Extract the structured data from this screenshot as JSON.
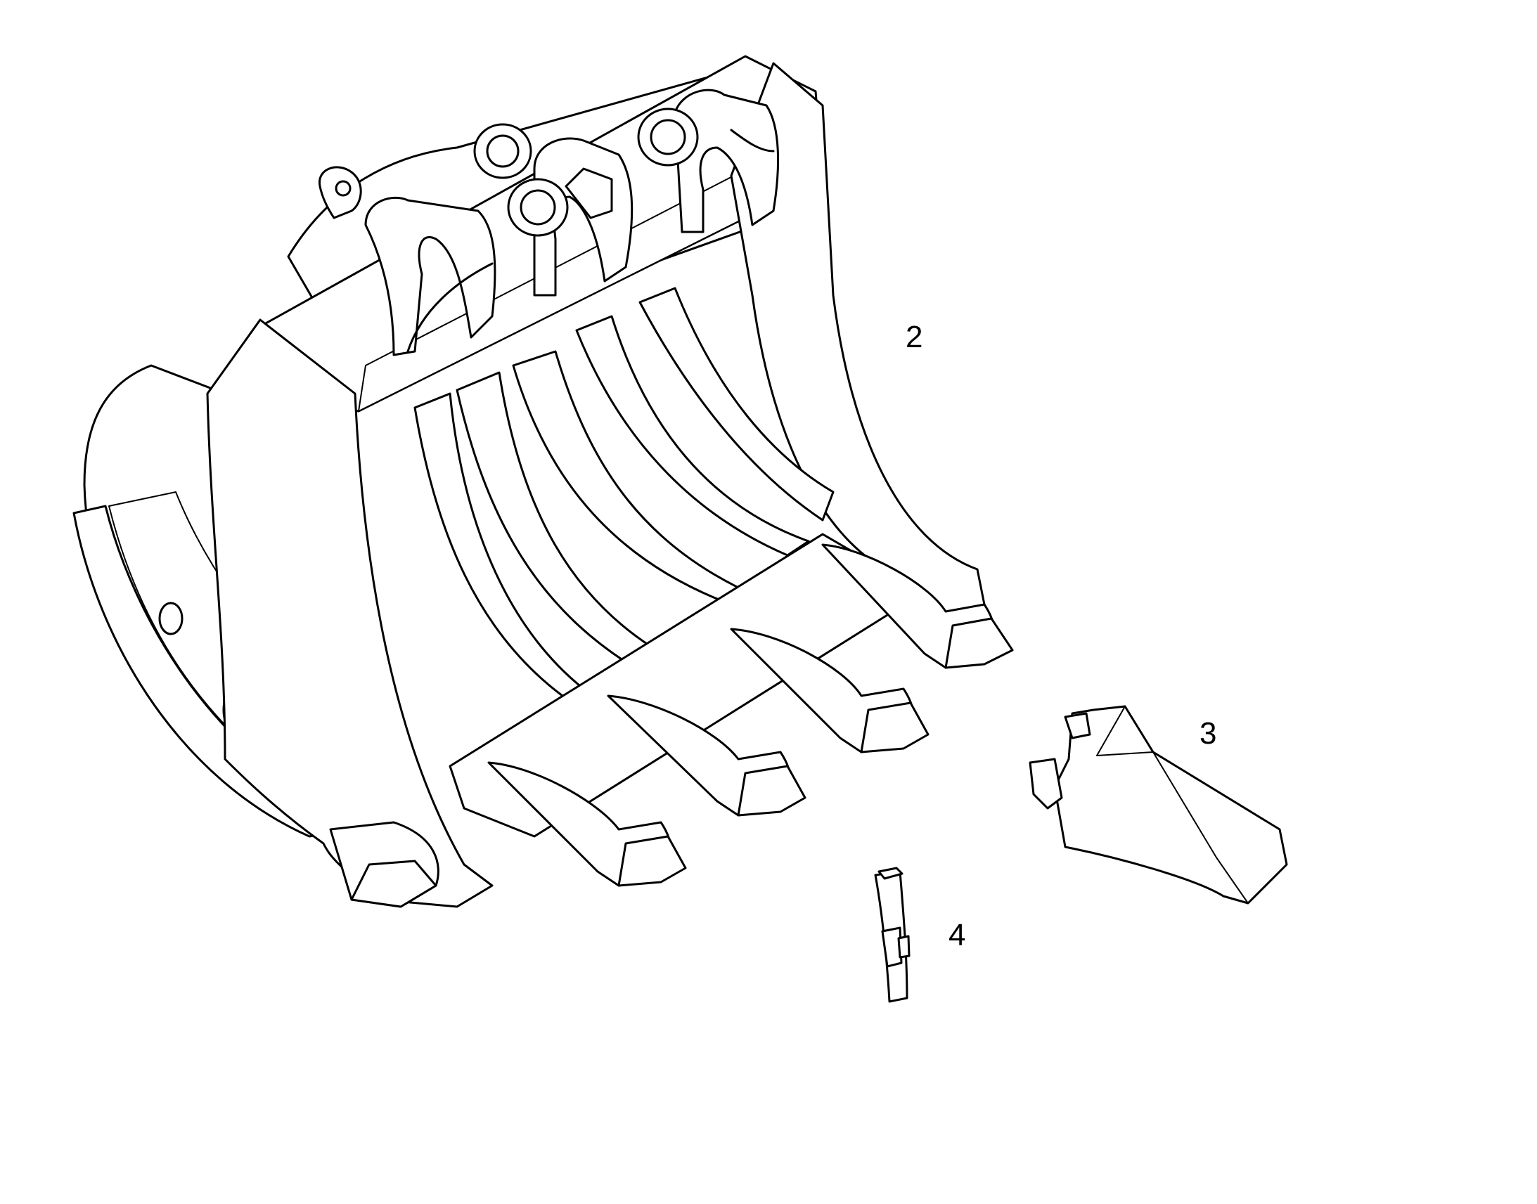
{
  "callouts": {
    "bucket": "2",
    "tooth": "3",
    "locking_pin": "4"
  },
  "colors": {
    "line": "#000000",
    "background": "#ffffff"
  }
}
